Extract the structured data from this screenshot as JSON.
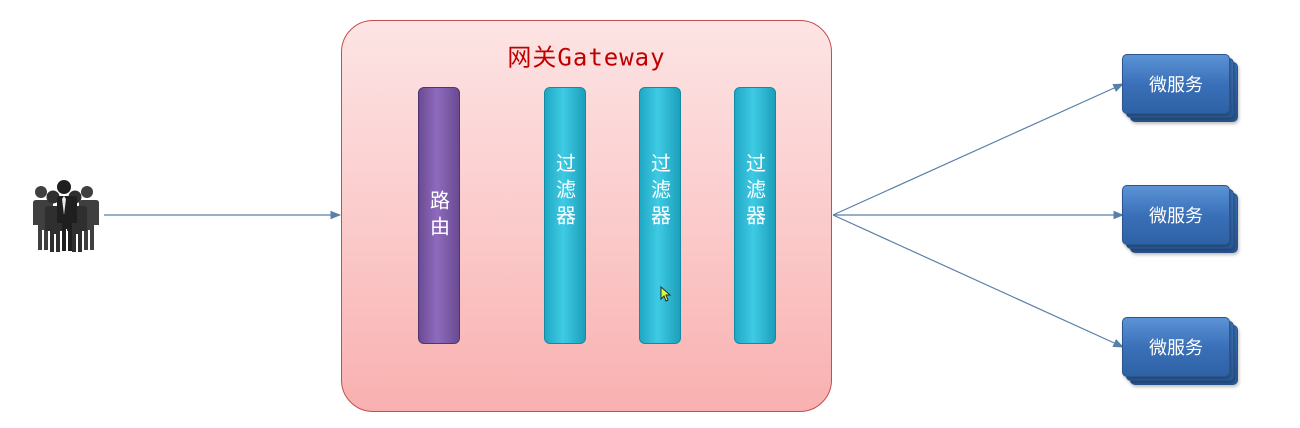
{
  "gateway": {
    "title": "网关Gateway",
    "router_label": "路由",
    "filters": [
      {
        "label": "过滤器"
      },
      {
        "label": "过滤器"
      },
      {
        "label": "过滤器"
      }
    ]
  },
  "client": {
    "icon": "users-group-icon"
  },
  "microservices": [
    {
      "label": "微服务"
    },
    {
      "label": "微服务"
    },
    {
      "label": "微服务"
    }
  ],
  "colors": {
    "gateway_fill": "#fbc9c9",
    "gateway_border": "#c0504d",
    "title_text": "#c00000",
    "router_bar": "#8e6bbd",
    "filter_bar": "#3fcbe4",
    "microservice_box": "#3a70b8",
    "arrow": "#5a7fa8"
  }
}
